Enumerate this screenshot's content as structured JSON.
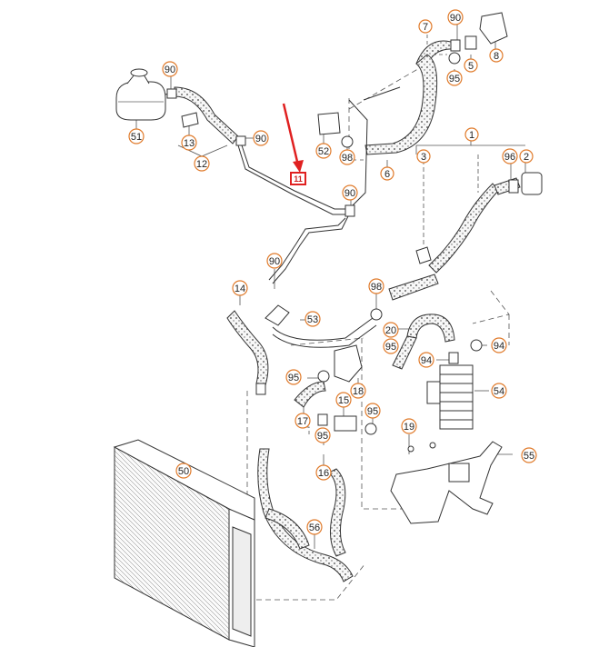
{
  "callouts": [
    {
      "id": "c-90-a",
      "label": "90"
    },
    {
      "id": "c-7",
      "label": "7"
    },
    {
      "id": "c-5",
      "label": "5"
    },
    {
      "id": "c-95-a",
      "label": "95"
    },
    {
      "id": "c-8",
      "label": "8"
    },
    {
      "id": "c-90-b",
      "label": "90"
    },
    {
      "id": "c-51",
      "label": "51"
    },
    {
      "id": "c-13",
      "label": "13"
    },
    {
      "id": "c-12",
      "label": "12"
    },
    {
      "id": "c-90-c",
      "label": "90"
    },
    {
      "id": "c-52",
      "label": "52"
    },
    {
      "id": "c-98-a",
      "label": "98"
    },
    {
      "id": "c-6",
      "label": "6"
    },
    {
      "id": "c-1",
      "label": "1"
    },
    {
      "id": "c-3",
      "label": "3"
    },
    {
      "id": "c-96",
      "label": "96"
    },
    {
      "id": "c-2",
      "label": "2"
    },
    {
      "id": "c-90-d",
      "label": "90"
    },
    {
      "id": "c-90-e",
      "label": "90"
    },
    {
      "id": "c-14",
      "label": "14"
    },
    {
      "id": "c-98-b",
      "label": "98"
    },
    {
      "id": "c-53",
      "label": "53"
    },
    {
      "id": "c-20",
      "label": "20"
    },
    {
      "id": "c-95-b",
      "label": "95"
    },
    {
      "id": "c-94-a",
      "label": "94"
    },
    {
      "id": "c-94-b",
      "label": "94"
    },
    {
      "id": "c-95-c",
      "label": "95"
    },
    {
      "id": "c-18",
      "label": "18"
    },
    {
      "id": "c-54",
      "label": "54"
    },
    {
      "id": "c-15",
      "label": "15"
    },
    {
      "id": "c-17",
      "label": "17"
    },
    {
      "id": "c-95-d",
      "label": "95"
    },
    {
      "id": "c-95-e",
      "label": "95"
    },
    {
      "id": "c-19",
      "label": "19"
    },
    {
      "id": "c-55",
      "label": "55"
    },
    {
      "id": "c-16",
      "label": "16"
    },
    {
      "id": "c-50",
      "label": "50"
    },
    {
      "id": "c-56",
      "label": "56"
    }
  ],
  "colors": {
    "callout_border": "#e07a2a",
    "line": "#333333",
    "hose_fill": "#f2f2f2",
    "highlight": "#e02020"
  },
  "highlight_marker": {
    "label": "11"
  }
}
